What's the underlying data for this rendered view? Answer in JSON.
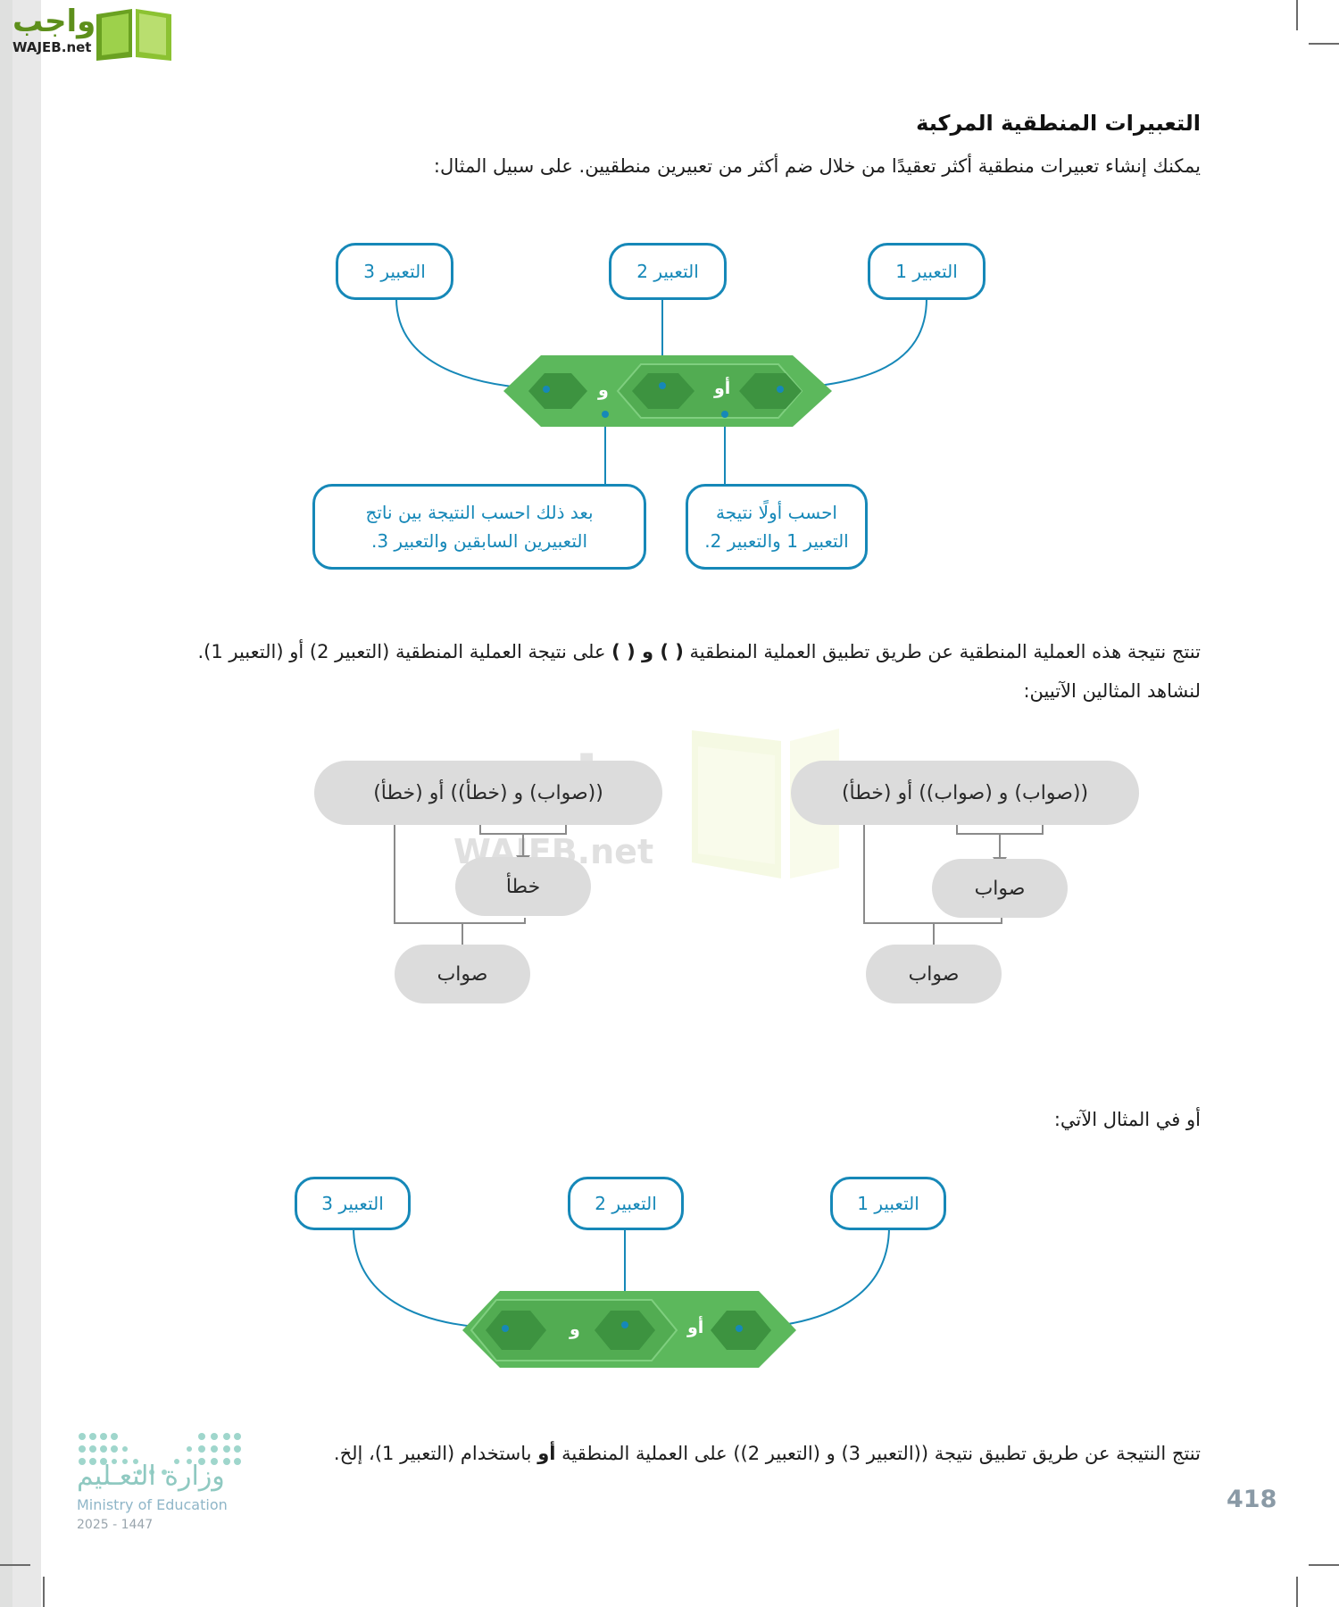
{
  "branding": {
    "site_logo_ar": "واجب",
    "site_logo_en": "WAJEB.net",
    "watermark_ar": "واجب",
    "watermark_en": "WAJEB.net"
  },
  "section": {
    "heading": "التعبيرات المنطقية المركبة",
    "intro": "يمكنك إنشاء تعبيرات منطقية أكثر تعقيدًا من خلال ضم أكثر من تعبيرين منطقيين. على سبيل المثال:"
  },
  "diagram1": {
    "expr1": "التعبير 1",
    "expr2": "التعبير 2",
    "expr3": "التعبير 3",
    "op_or": "أو",
    "op_and": "و",
    "note_first": [
      "احسب أولًا نتيجة",
      "التعبير 1 والتعبير 2."
    ],
    "note_then": [
      "بعد ذلك احسب النتيجة بين ناتج",
      "التعبيرين السابقين والتعبير 3."
    ]
  },
  "paragraph2_parts": [
    "تنتج نتيجة هذه العملية المنطقية عن طريق تطبيق العملية المنطقية ",
    "( ) و ( )",
    " على نتيجة العملية المنطقية (التعبير 2) أو (التعبير 1)."
  ],
  "paragraph3": "لنشاهد المثالين الآتيين:",
  "example_right": {
    "expression": "((صواب) و (صواب)) أو (خطأ)",
    "intermediate": "صواب",
    "result": "صواب"
  },
  "example_left": {
    "expression": "((صواب) و (خطأ)) أو (خطأ)",
    "intermediate": "خطأ",
    "result": "صواب"
  },
  "paragraph4": "أو في المثال الآتي:",
  "diagram2": {
    "expr1": "التعبير 1",
    "expr2": "التعبير 2",
    "expr3": "التعبير 3",
    "op_or": "أو",
    "op_and": "و"
  },
  "paragraph5_parts": [
    "تنتج النتيجة عن طريق تطبيق نتيجة ((التعبير 3) و (التعبير 2)) على العملية المنطقية ",
    "أو",
    " باستخدام (التعبير 1)، إلخ."
  ],
  "footer": {
    "ministry_ar": "وزارة التعـليم",
    "ministry_en": "Ministry of Education",
    "year": "2025 - 1447",
    "page_number": "418"
  },
  "colors": {
    "callout_blue": "#1688b8",
    "block_green": "#5cb85c",
    "block_dark_green": "#3d9340",
    "pill_gray": "#dcdcdc"
  }
}
